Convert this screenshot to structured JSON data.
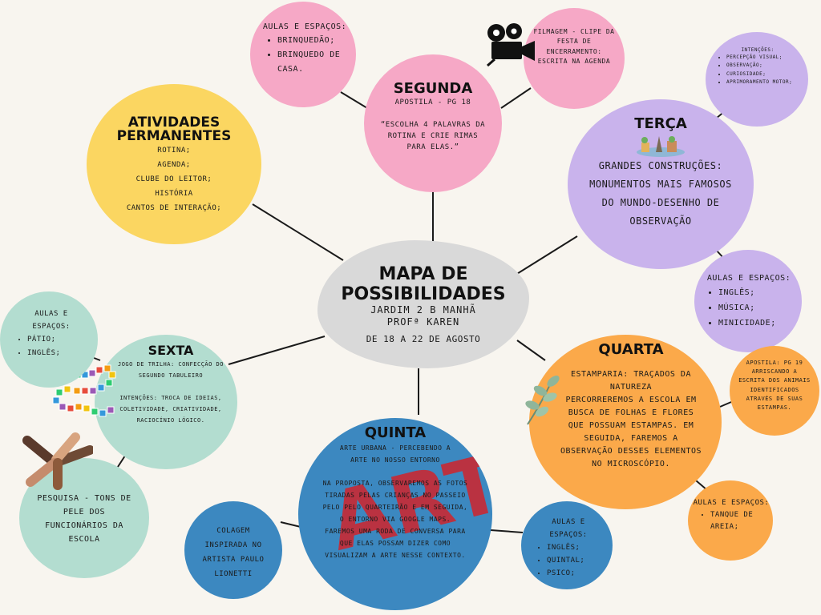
{
  "center": {
    "title": "MAPA DE POSSIBILIDADES",
    "line1": "JARDIM 2 B MANHÃ",
    "line2": "PROFª KAREN",
    "line3": "DE 18 A 22 DE AGOSTO"
  },
  "segunda": {
    "title": "SEGUNDA",
    "subtitle": "APOSTILA - pg 18",
    "text": "“ESCOLHA 4 PALAVRAS DA ROTINA E CRIE RIMAS PARA ELAS.”"
  },
  "segunda_spaces": {
    "heading": "AULAS E ESPAÇOS:",
    "items": [
      "BRINQUEDÃO;",
      "BRINQUEDO DE CASA."
    ]
  },
  "filmagem": {
    "text": "FILMAGEM - CLIPE DA FESTA DE ENCERRAMENTO: ESCRITA NA AGENDA",
    "icon": "film-camera-icon"
  },
  "atividades": {
    "title": "ATIVIDADES PERMANENTES",
    "items": [
      "ROTINA;",
      "AGENDA;",
      "CLUBE DO LEITOR;",
      "HISTÓRIA",
      "CANTOS DE INTERAÇÃO;"
    ]
  },
  "terca": {
    "title": "TERÇA",
    "text": "GRANDES CONSTRUÇÕES: MONUMENTOS MAIS FAMOSOS DO MUNDO-DESENHO DE OBSERVAÇÃO",
    "icon": "monuments-icon"
  },
  "terca_intencoes": {
    "heading": "INTENÇÕES:",
    "items": [
      "PERCEPÇÃO VISUAL;",
      "OBSERVAÇÃO;",
      "CURIOSIDADE;",
      "APRIMORAMENTO MOTOR;"
    ]
  },
  "terca_spaces": {
    "heading": "AULAS E ESPAÇOS:",
    "items": [
      "INGLÊS;",
      "MÚSICA;",
      "MINICIDADE;"
    ]
  },
  "quarta": {
    "title": "QUARTA",
    "text1": "ESTAMPARIA: TRAÇADOS DA NATUREZA",
    "text2": "PERCORREREMOS A ESCOLA EM BUSCA DE FOLHAS E FLORES QUE POSSUAM ESTAMPAS. EM SEGUIDA, FAREMOS A OBSERVAÇÃO DESSES ELEMENTOS NO MICROSCÓPIO.",
    "icon": "leaves-icon"
  },
  "quarta_apostila": {
    "text": "APOSTILA: pg 19 ARRISCANDO A ESCRITA DOS ANIMAIS IDENTIFICADOS ATRAVÉS DE SUAS ESTAMPAS."
  },
  "quarta_spaces": {
    "heading": "AULAS E ESPAÇOS:",
    "items": [
      "TANQUE DE AREIA;"
    ]
  },
  "quinta": {
    "title": "QUINTA",
    "text1": "ARTE URBANA - PERCEBENDO A ARTE NO NOSSO ENTORNO",
    "text2": "NA PROPOSTA, OBSERVAREMOS AS FOTOS TIRADAS PELAS CRIANÇAS NO PASSEIO PELO PELO QUARTEIRÃO E EM SEGUIDA, O ENTORNO VIA GOOGLE MAPS.",
    "text3": "FAREMOS UMA RODA DE CONVERSA PARA QUE ELAS POSSAM DIZER COMO VISUALIZAM A ARTE NESSE CONTEXTO.",
    "watermark": "ART"
  },
  "quinta_colagem": {
    "text": "COLAGEM INSPIRADA NO ARTISTA PAULO LIONETTI"
  },
  "quinta_spaces": {
    "heading": "AULAS E ESPAÇOS:",
    "items": [
      "INGLÊS;",
      "QUINTAL;",
      "PSICO;"
    ]
  },
  "sexta": {
    "title": "SEXTA",
    "text1": "JOGO DE TRILHA: CONFECÇÃO DO SEGUNDO TABULEIRO",
    "text2": "INTENÇÕES: TROCA DE IDEIAS, COLETIVIDADE, CRIATIVIDADE, RACIOCÍNIO LÓGICO.",
    "icon": "board-game-trail-icon"
  },
  "sexta_spaces": {
    "heading": "AULAS E ESPAÇOS:",
    "items": [
      "PÁTIO;",
      "INGLÊS;"
    ]
  },
  "sexta_pesquisa": {
    "text": "PESQUISA - TONS DE PELE DOS FUNCIONÁRIOS DA ESCOLA",
    "icon": "diverse-hands-icon"
  },
  "colors": {
    "pink": "#f6a8c6",
    "yellow": "#fbd661",
    "purple": "#c9b3ec",
    "orange": "#fba94a",
    "blue": "#3c88c0",
    "mint": "#b3ddd0",
    "gray": "#d9d9d9"
  }
}
